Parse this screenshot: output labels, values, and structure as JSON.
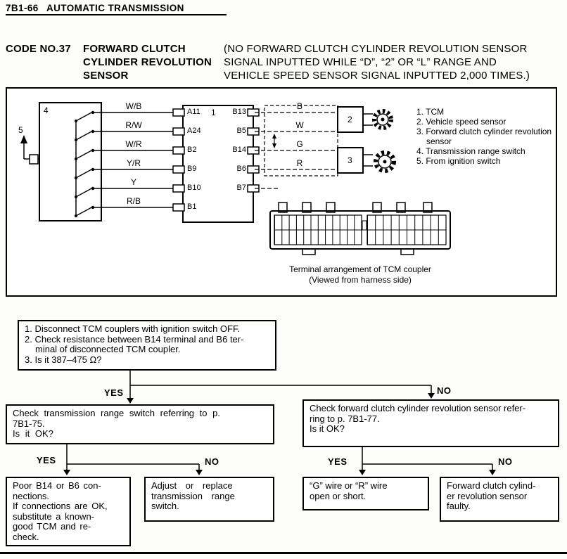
{
  "header": {
    "code": "7B1-66",
    "title": "AUTOMATIC TRANSMISSION"
  },
  "code_section": {
    "code": "CODE NO.37",
    "name_line1": "FORWARD CLUTCH",
    "name_line2": "CYLINDER REVOLUTION",
    "name_line3": "SENSOR",
    "desc_line1": "(NO FORWARD CLUTCH CYLINDER REVOLUTION SENSOR",
    "desc_line2": "SIGNAL INPUTTED WHILE “D”, “2” OR “L” RANGE AND",
    "desc_line3": "VEHICLE SPEED SENSOR SIGNAL INPUTTED 2,000 TIMES.)"
  },
  "diagram": {
    "labels": {
      "tcm": "1",
      "speed_sensor": "2",
      "rev_sensor": "3",
      "range_switch": "4",
      "ignition": "5"
    },
    "left_wires": [
      {
        "color": "W/B",
        "terminal": "A11"
      },
      {
        "color": "R/W",
        "terminal": "A24"
      },
      {
        "color": "W/R",
        "terminal": "B2"
      },
      {
        "color": "Y/R",
        "terminal": "B9"
      },
      {
        "color": "Y",
        "terminal": "B10"
      },
      {
        "color": "R/B",
        "terminal": "B1"
      }
    ],
    "right_terminals": [
      "B13",
      "B5",
      "B14",
      "B6",
      "B7"
    ],
    "right_wires": [
      "B",
      "W",
      "G",
      "R"
    ],
    "legend": [
      "1. TCM",
      "2. Vehicle speed sensor",
      "3. Forward clutch cylinder revolution sensor",
      "4. Transmission range switch",
      "5. From ignition switch"
    ],
    "coupler_caption1": "Terminal arrangement of TCM coupler",
    "coupler_caption2": "(Viewed from harness side)"
  },
  "flowchart": {
    "yes": "YES",
    "no": "NO",
    "step1": {
      "line1": "1. Disconnect TCM couplers with ignition switch OFF.",
      "line2": "2. Check resistance between B14 terminal and B6 ter-",
      "line3": "minal of disconnected TCM coupler.",
      "line4": "3. Is it 387–475 Ω?"
    },
    "check_range_switch": {
      "line1": "Check transmission range switch referring to p.",
      "line2": "7B1-75.",
      "line3": "Is it OK?"
    },
    "check_sensor": {
      "line1": "Check forward clutch cylinder revolution sensor refer-",
      "line2": "ring to p. 7B1-77.",
      "line3": "Is it OK?"
    },
    "result_poor_connection": {
      "line1": "Poor B14 or B6 con-",
      "line2": "nections.",
      "line3": "If connections are OK,",
      "line4": "substitute a known-",
      "line5": "good TCM and re-",
      "line6": "check."
    },
    "result_adjust_switch": {
      "line1": "Adjust or replace",
      "line2": "transmission range",
      "line3": "switch."
    },
    "result_wire": {
      "line1": "“G” wire or “R” wire",
      "line2": "open or short."
    },
    "result_sensor_faulty": {
      "line1": "Forward clutch cylind-",
      "line2": "er revolution sensor",
      "line3": "faulty."
    }
  }
}
